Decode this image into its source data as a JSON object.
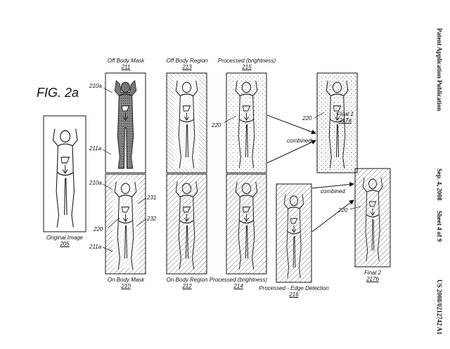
{
  "figure_title": "FIG. 2a",
  "side_text": {
    "publication": "Patent Application Publication",
    "date": "Sep. 4, 2008",
    "sheet": "Sheet 4 of 9",
    "number": "US 2008/0212742 A1"
  },
  "panels": {
    "original": {
      "title": "Original Image",
      "num": "205"
    },
    "off_body_mask": {
      "title": "Off Body Mask",
      "num": "211"
    },
    "on_body_mask": {
      "title": "On Body Mask",
      "num": "210"
    },
    "off_body_region": {
      "title": "Off Body Region",
      "num": "213"
    },
    "on_body_region": {
      "title": "On Body Region",
      "num": "212"
    },
    "processed_top": {
      "title": "Processed (brightness)",
      "num": "215"
    },
    "processed_bottom": {
      "title": "Processed (brightness)",
      "num": "214"
    },
    "edge_detection": {
      "title": "Processed - Edge Detection",
      "num": "216"
    },
    "final1": {
      "title": "Final 1",
      "num": "217a"
    },
    "final2": {
      "title": "Final 2",
      "num": "217b"
    }
  },
  "refs": {
    "r210a_top": "210a",
    "r211a_top": "211a",
    "r210a_bot": "210a",
    "r231": "231",
    "r220_mask": "220",
    "r232": "232",
    "r211a_bot": "211a",
    "r220_proc": "220",
    "r220_final1": "220",
    "r220_final2": "220"
  },
  "arrows": {
    "combined_top": "combined",
    "combined_bottom": "combined"
  }
}
